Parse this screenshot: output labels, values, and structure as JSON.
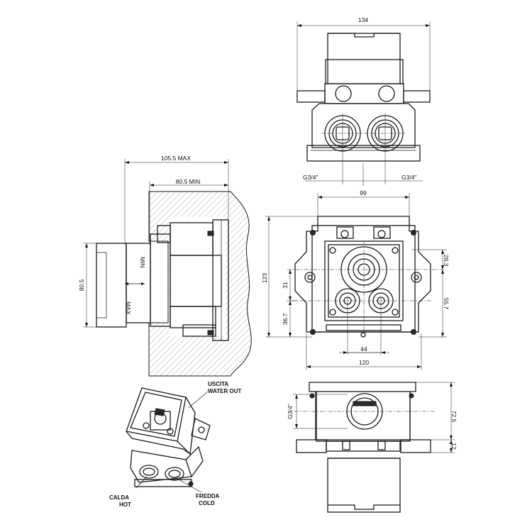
{
  "dimensions": {
    "width_top": "134",
    "thread_left": "G3/4\"",
    "thread_right": "G3/4\"",
    "max_depth": "105.5  MAX",
    "min_depth": "80.5  MIN",
    "side_height": "80.5",
    "label_min": "MIN",
    "label_max": "MAX",
    "front_width": "99",
    "front_height": "123",
    "front_31": "31",
    "front_36_7": "36.7",
    "front_28_3": "28.3",
    "front_55_7": "55.7",
    "front_44": "44",
    "front_120": "120",
    "bottom_thread": "G3/4\"",
    "bottom_72_5": "72.5",
    "bottom_12": "12"
  },
  "labels": {
    "outlet_it": "USCITA",
    "outlet_en": "WATER OUT",
    "hot_it": "CALDA",
    "hot_en": "HOT",
    "cold_it": "FREDDA",
    "cold_en": "COLD"
  }
}
